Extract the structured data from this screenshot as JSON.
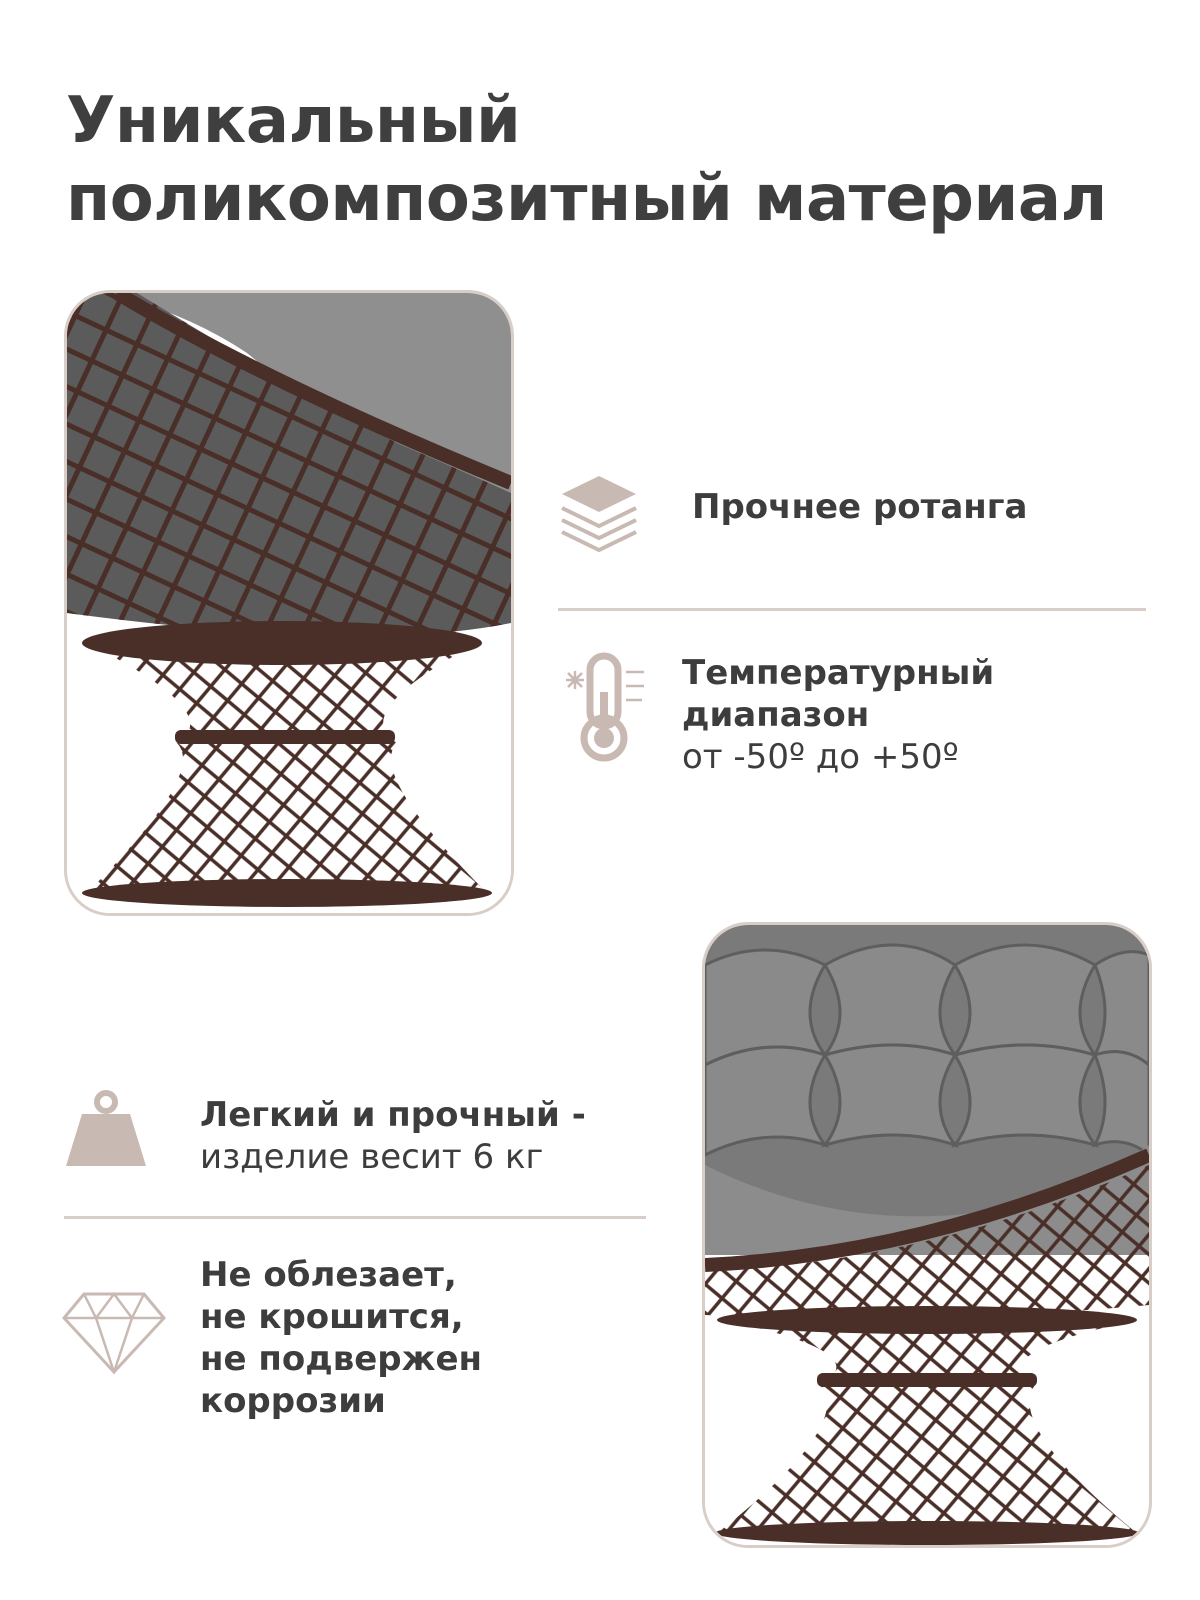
{
  "title": {
    "line1": "Уникальный",
    "line2": "поликомпозитный материал"
  },
  "features": {
    "stronger": {
      "text": "Прочнее ротанга",
      "icon": "layers-icon"
    },
    "temperature": {
      "line1": "Температурный",
      "line2": "диапазон",
      "line3": "от -50º до +50º",
      "icon": "thermometer-icon"
    },
    "weight": {
      "line1": "Легкий и прочный -",
      "line2": "изделие весит 6 кг",
      "icon": "weight-icon"
    },
    "durable": {
      "line1": "Не облезает,",
      "line2": "не крошится,",
      "line3": "не подвержен",
      "line4": "коррозии",
      "icon": "diamond-icon"
    }
  },
  "colors": {
    "accent": "#c9b9b3",
    "frame": "#d9cdc8",
    "wicker": "#4a2e28",
    "cushion": "#7a7a7a",
    "text": "#3d3d3d"
  }
}
